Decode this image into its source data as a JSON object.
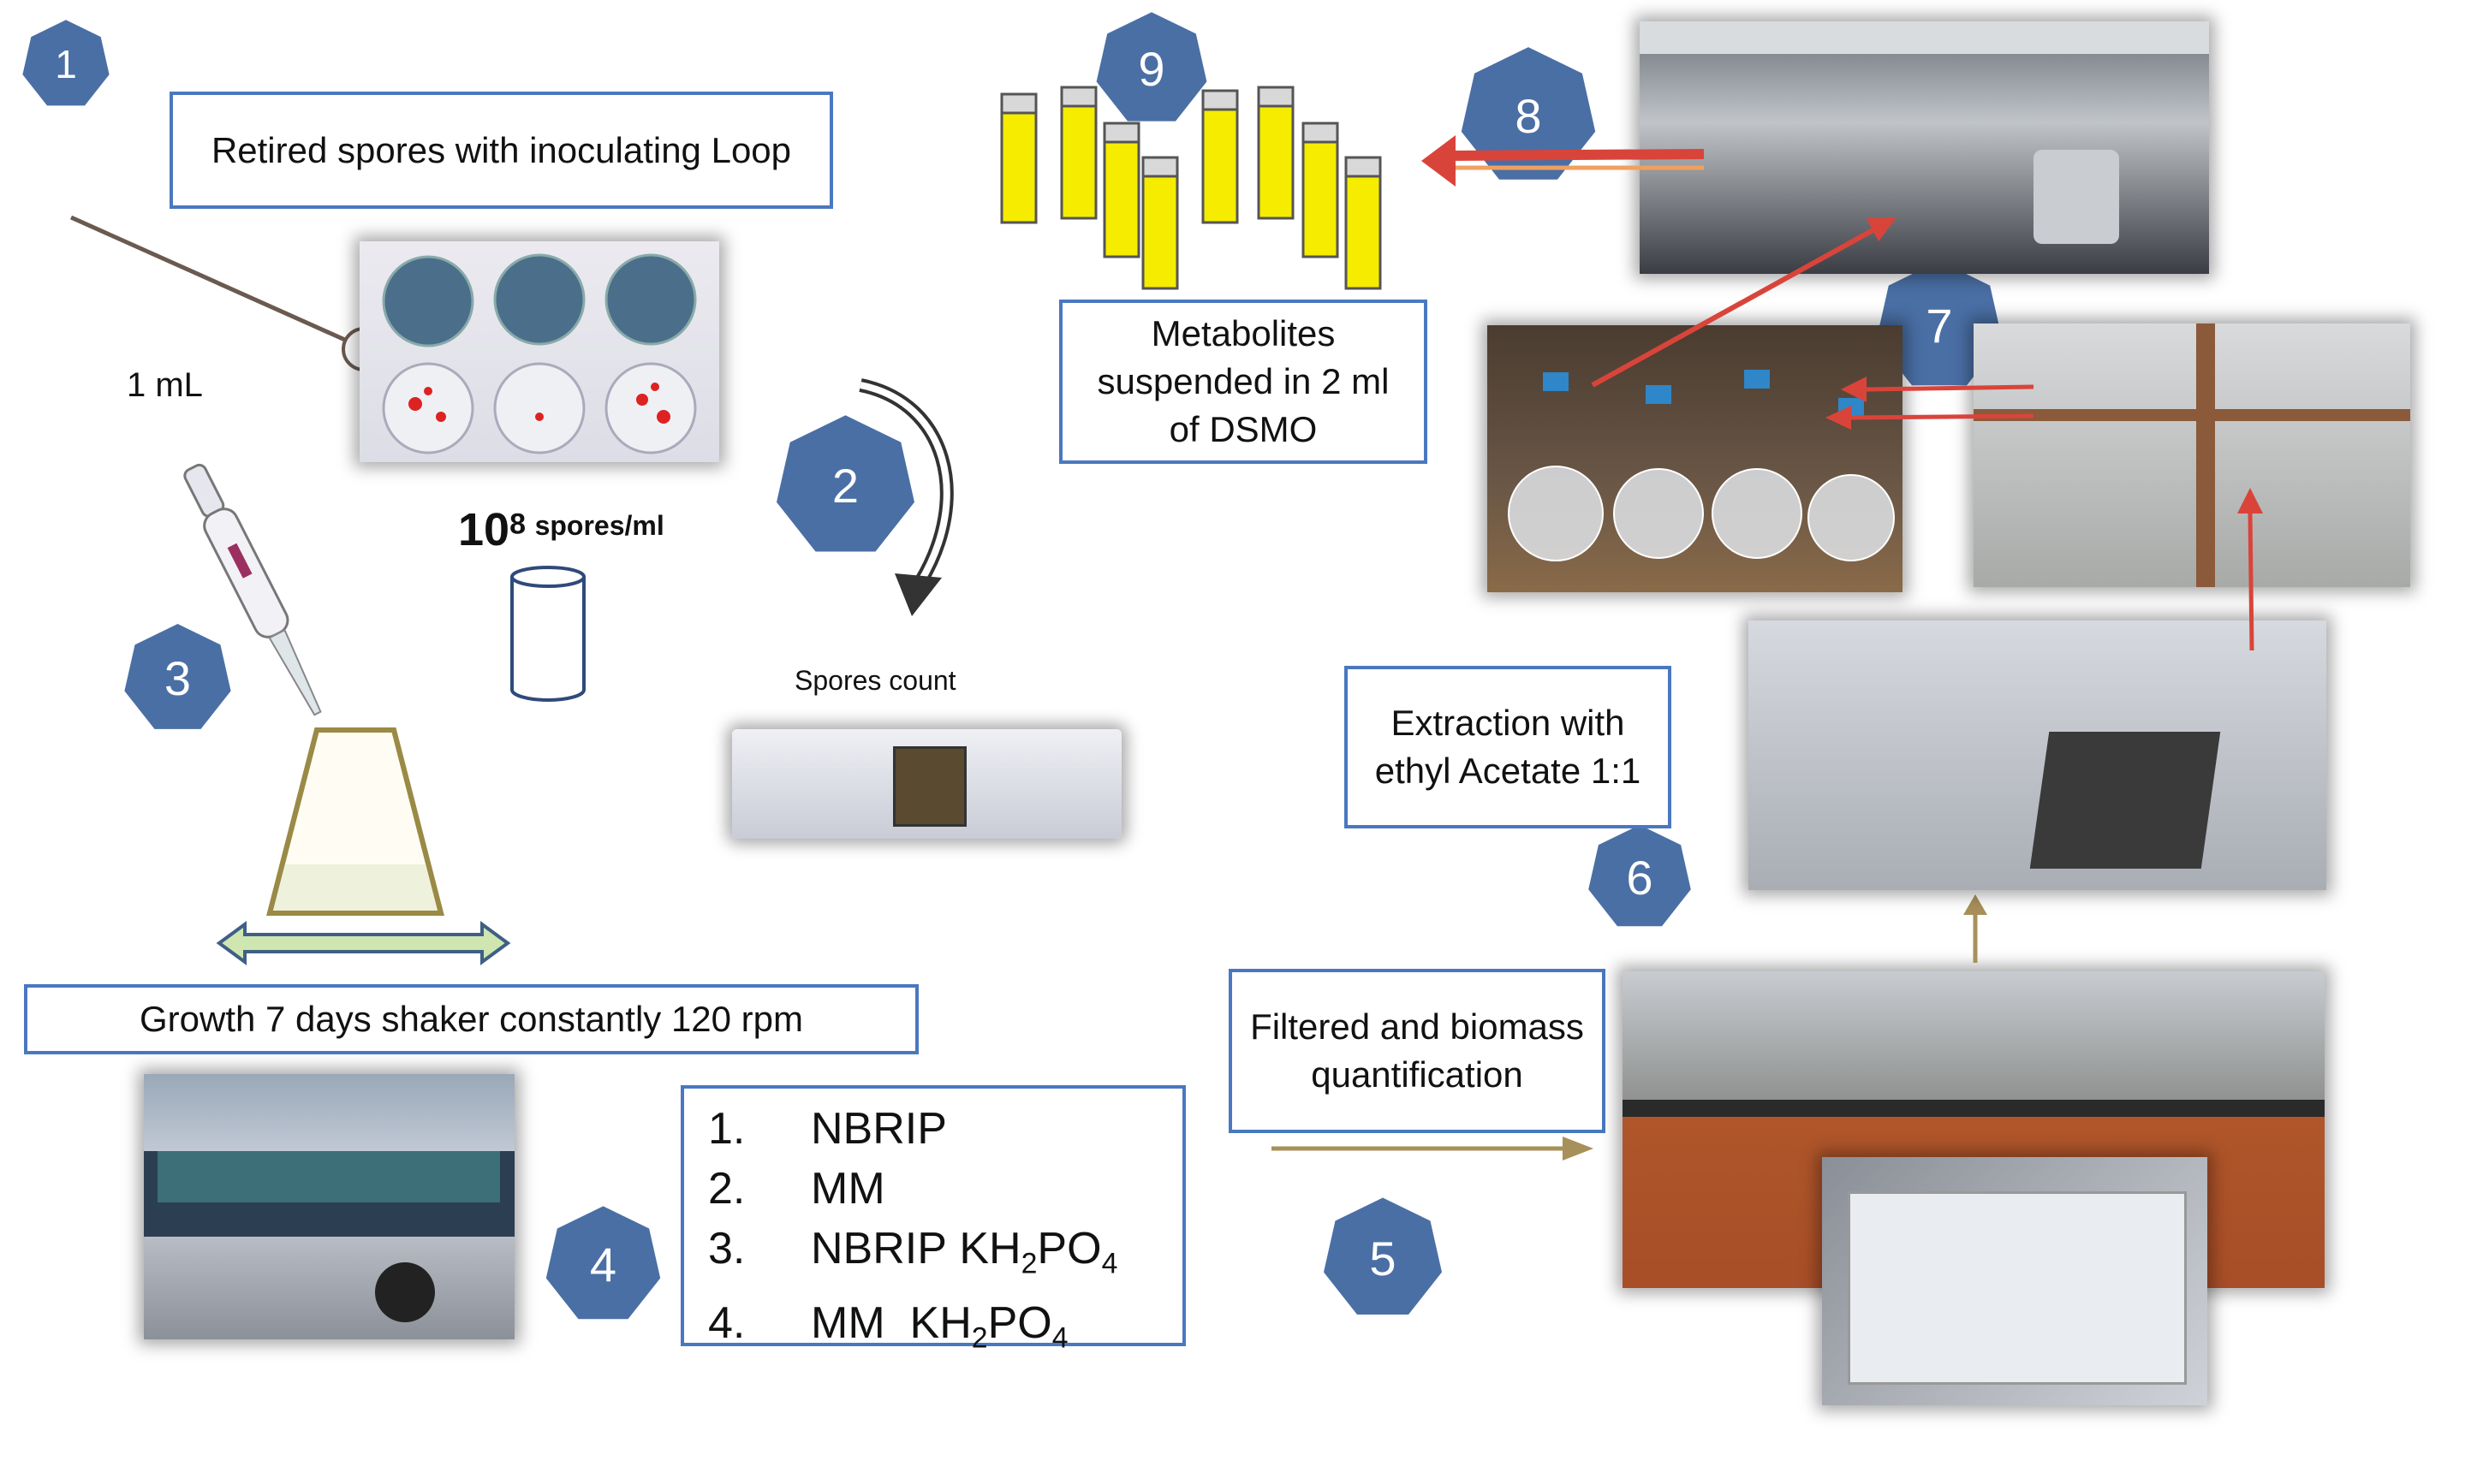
{
  "steps": [
    "1",
    "2",
    "3",
    "4",
    "5",
    "6",
    "7",
    "8",
    "9"
  ],
  "labels": {
    "retired_spores": "Retired spores with inoculating Loop",
    "volume": "1 mL",
    "spores_base": "10",
    "spores_exp": "8",
    "spores_unit": "spores/ml",
    "spores_count": "Spores count",
    "growth": "Growth 7 days shaker constantly 120 rpm",
    "filtered": "Filtered  and biomass quantification",
    "extraction": "Extraction with ethyl Acetate 1:1",
    "metabolites": "Metabolites suspended in 2 ml of DSMO"
  },
  "media": [
    {
      "num": "1.",
      "name": "NBRIP",
      "salt": ""
    },
    {
      "num": "2.",
      "name": "MM",
      "salt": ""
    },
    {
      "num": "3.",
      "name": "NBRIP",
      "salt": "KH2PO4"
    },
    {
      "num": "4.",
      "name": "MM",
      "salt": "KH2PO4"
    }
  ],
  "colors": {
    "step_badge": "#4a6fa5",
    "box_border": "#4a78c0",
    "vial_liquid": "#f5ec00",
    "arrow_red": "#d9443a",
    "arrow_tan": "#a8905a",
    "arrow_shaker": "#cfe6b0"
  }
}
